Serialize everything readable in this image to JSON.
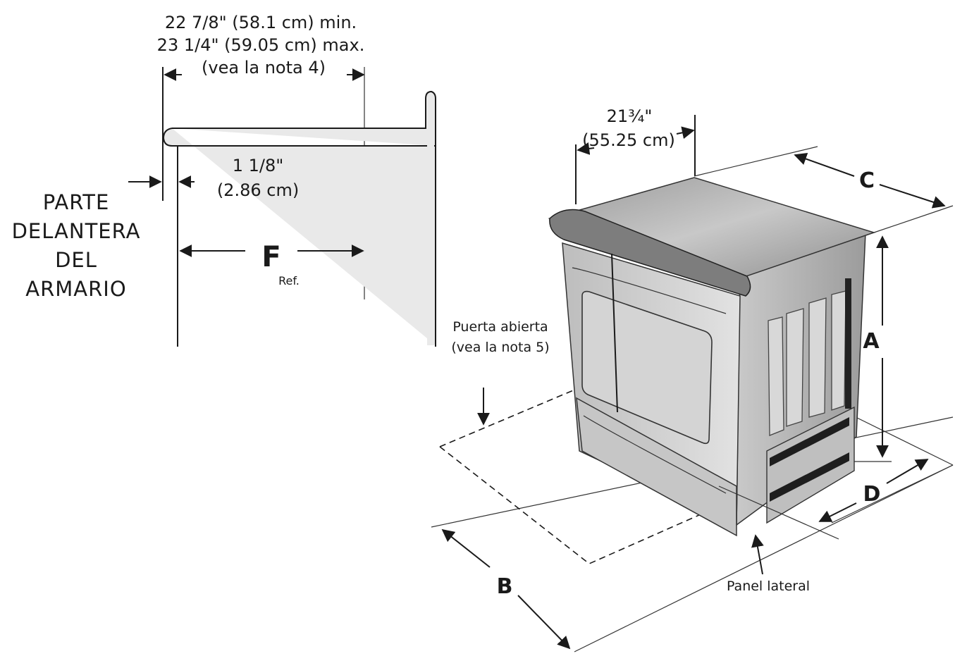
{
  "top_dimension": {
    "line1": "22 7/8\" (58.1 cm) min.",
    "line2": "23 1/4\" (59.05 cm) max.",
    "line3": "(vea la nota 4)"
  },
  "offset_dimension": {
    "line1": "1 1/8\"",
    "line2": "(2.86 cm)"
  },
  "cabinet_label": {
    "line1": "PARTE",
    "line2": "DELANTERA",
    "line3": "DEL",
    "line4": "ARMARIO"
  },
  "f_label": {
    "letter": "F",
    "sub": "Ref."
  },
  "door_note": {
    "line1": "Puerta abierta",
    "line2": "(vea la nota 5)"
  },
  "width_dimension": {
    "line1": "21¾\"",
    "line2": "(55.25 cm)"
  },
  "letters": {
    "a": "A",
    "b": "B",
    "c": "C",
    "d": "D"
  },
  "side_panel_label": "Panel lateral"
}
